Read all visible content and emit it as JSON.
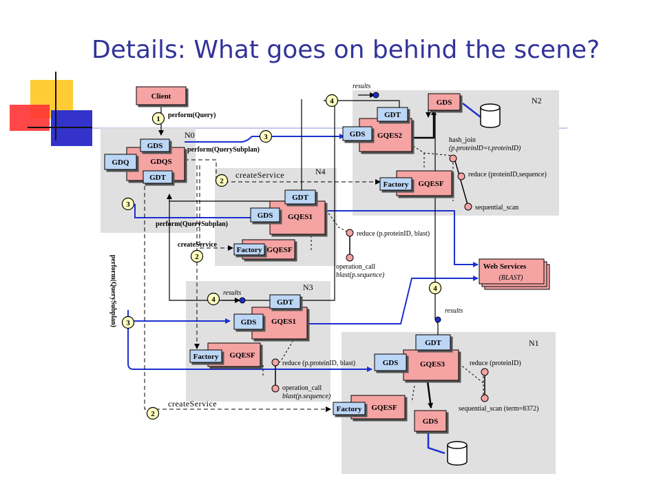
{
  "title": "Details: What goes on behind the scene?",
  "colors": {
    "title": "#333399",
    "node_bg": "#e0e0e0",
    "pink_box": "#f5a3a3",
    "blue_box": "#bcd6f5",
    "yellow_circle": "#ffffc0",
    "blue_line": "#1a2fd0",
    "deco_yellow": "#ffcc33",
    "deco_blue": "#3333cc",
    "deco_red": "#ff3333"
  },
  "nodes": {
    "n0": "N0",
    "n1": "N1",
    "n2": "N2",
    "n3": "N3",
    "n4": "N4"
  },
  "boxes": {
    "client": "Client",
    "gdq": "GDQ",
    "gdqs": "GDQS",
    "n0_gds": "GDS",
    "n0_gdt": "GDT",
    "n4_gdt": "GDT",
    "n4_gds": "GDS",
    "n4_gqes1": "GQES1",
    "n4_factory": "Factory",
    "n4_gqesf": "GQESF",
    "n2_gds_top": "GDS",
    "n2_gdt": "GDT",
    "n2_gds": "GDS",
    "n2_gqes2": "GQES2",
    "n2_factory": "Factory",
    "n2_gqesf": "GQESF",
    "n3_gdt": "GDT",
    "n3_gds": "GDS",
    "n3_gqes1": "GQES1",
    "n3_factory": "Factory",
    "n3_gqesf": "GQESF",
    "n1_gdt": "GDT",
    "n1_gds": "GDS",
    "n1_gqes3": "GQES3",
    "n1_factory": "Factory",
    "n1_gqesf": "GQESF",
    "n1_gds_bottom": "GDS",
    "ws_title": "Web Services",
    "ws_sub": "(BLAST)"
  },
  "steps": {
    "s1": "1",
    "s2_n4": "2",
    "s2_n0": "2",
    "s2_bottom": "2",
    "s3_top": "3",
    "s3_left": "3",
    "s3_n3": "3",
    "s4_top": "4",
    "s4_n3": "4",
    "s4_n1": "4"
  },
  "labels": {
    "perform_query": "perform(Query)",
    "perform_subplan_top": "perform(QuerySubplan)",
    "perform_subplan_mid": "perform(QuerySubplan)",
    "perform_subplan_vertical": "perform(QuerySubplan)",
    "create_service_n4": "createService",
    "create_service_n0": "createService",
    "create_service_bottom": "createService",
    "results_top": "results",
    "results_n3": "results",
    "results_n1": "results",
    "n2_hash_join": "hash_join",
    "n2_hash_join_pred": "(p.proteinID=t.proteinID)",
    "n2_reduce": "reduce (proteinID,sequence)",
    "n2_seqscan": "sequential_scan",
    "n4_reduce": "reduce (p.proteinID, blast)",
    "n4_opcall": "operation_call",
    "n4_blast": "blast(p.sequence)",
    "n3_reduce": "reduce (p.proteinID, blast)",
    "n3_opcall": "operation_call",
    "n3_blast": "blast(p.sequence)",
    "n1_reduce": "reduce (proteinID)",
    "n1_seqscan": "sequential_scan (term=8372)"
  }
}
